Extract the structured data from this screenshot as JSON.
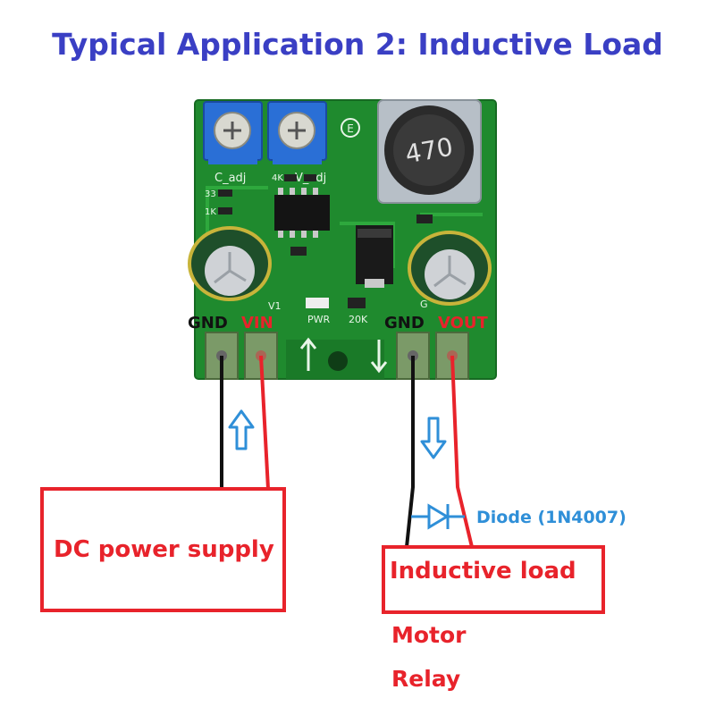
{
  "title": "Typical Application 2: Inductive Load",
  "board": {
    "silkscreen": {
      "c_adj": "C_adj",
      "v_adj": "V_adj",
      "r33": "33",
      "r1k": "1K",
      "r4k": "4K",
      "inductor_value": "470",
      "e_mark": "E",
      "pwr": "PWR",
      "r20k": "20K",
      "v1": "V1",
      "g": "G"
    }
  },
  "terminals": {
    "in_gnd": "GND",
    "in_vin": "VIN",
    "out_gnd": "GND",
    "out_vout": "VOUT"
  },
  "boxes": {
    "power": "DC power supply",
    "load": "Inductive load"
  },
  "diode_label": "Diode (1N4007)",
  "load_examples": [
    "Motor",
    "Relay"
  ],
  "colors": {
    "title": "#3a3fc4",
    "box_border": "#e8232b",
    "red_text": "#e8232b",
    "arrow": "#2f8fd8",
    "pcb": "#1f8a2e",
    "wire_black": "#111111",
    "wire_red": "#e8232b"
  }
}
